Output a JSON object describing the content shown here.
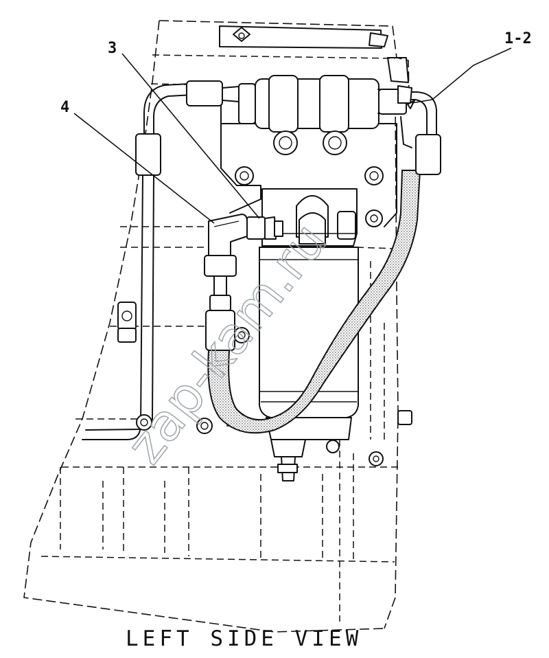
{
  "diagram": {
    "view_title": "LEFT SIDE VIEW",
    "callouts": [
      {
        "id": "callout-1-2",
        "label": "1-2"
      },
      {
        "id": "callout-3",
        "label": "3"
      },
      {
        "id": "callout-4",
        "label": "4"
      }
    ],
    "watermark": "zap-kam.ru",
    "colors": {
      "line": "#111111",
      "watermark": "#9aa0a6",
      "background": "#ffffff"
    }
  }
}
